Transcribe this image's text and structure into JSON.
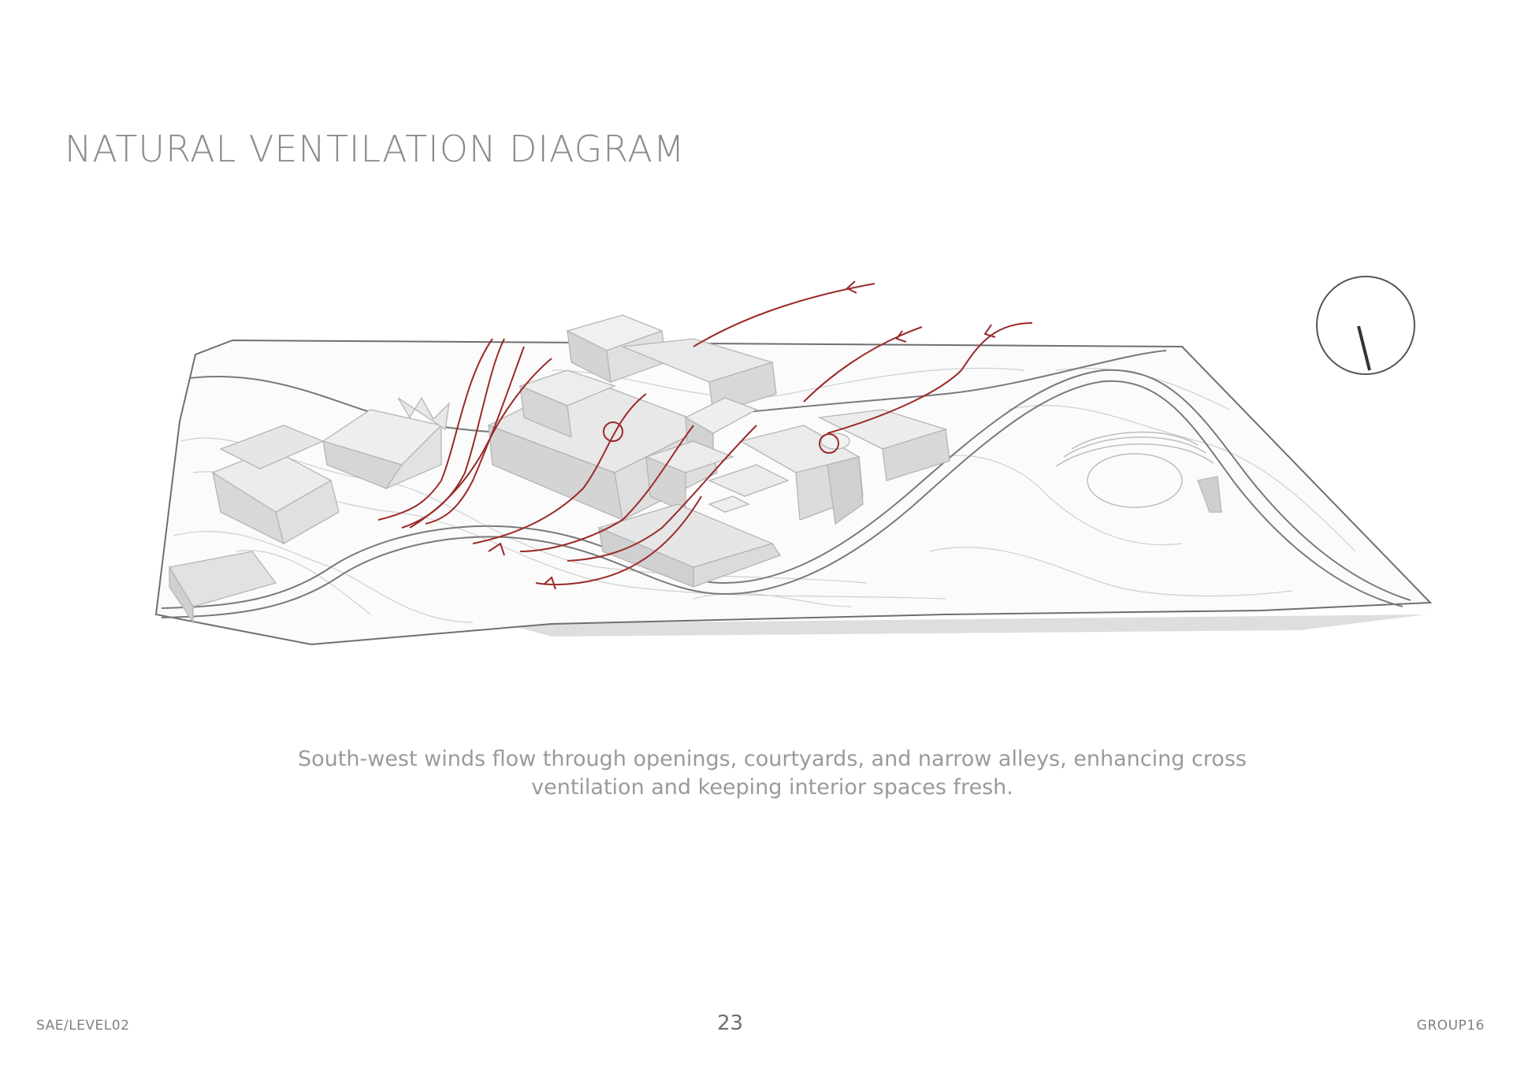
{
  "title": "NATURAL VENTILATION DIAGRAM",
  "caption": {
    "line1": "South-west winds flow through openings, courtyards, and narrow alleys, enhancing cross",
    "line2": "ventilation and keeping interior spaces fresh."
  },
  "footer": {
    "left": "SAE/LEVEL02",
    "page_number": "23",
    "right": "GROUP16"
  },
  "colors": {
    "wind_arrow": "#9b2a2a",
    "site_outline": "#6f6f6f",
    "building": "#d9d9d9",
    "title_text": "#8c8c8c"
  },
  "icons": {
    "compass": "north-indicator-icon"
  }
}
